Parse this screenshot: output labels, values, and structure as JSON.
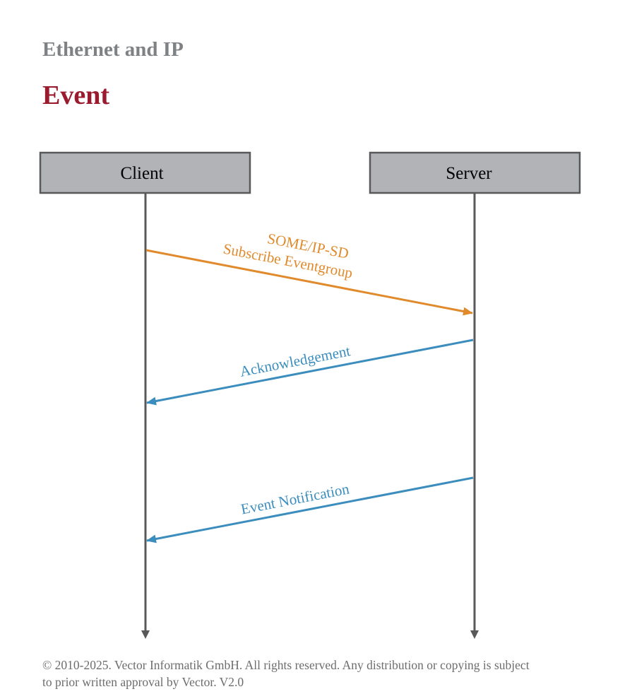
{
  "header": {
    "supertitle": "Ethernet and IP",
    "title": "Event"
  },
  "diagram": {
    "type": "sequence",
    "participants": [
      {
        "id": "client",
        "label": "Client"
      },
      {
        "id": "server",
        "label": "Server"
      }
    ],
    "messages": [
      {
        "from": "client",
        "to": "server",
        "label_line1": "SOME/IP-SD",
        "label_line2": "Subscribe Eventgroup",
        "color": "#e08a2c"
      },
      {
        "from": "server",
        "to": "client",
        "label_line1": "Acknowledgement",
        "color": "#3b8dbd"
      },
      {
        "from": "server",
        "to": "client",
        "label_line1": "Event Notification",
        "color": "#3b8dbd"
      }
    ],
    "colors": {
      "lifeline": "#58595b",
      "box_fill": "#b1b3b6",
      "box_border": "#58595b"
    }
  },
  "footer": {
    "copyright_line1": "© 2010-2025. Vector Informatik GmbH. All rights reserved. Any distribution or copying is subject",
    "copyright_line2": "to prior written approval by Vector. V2.0"
  }
}
